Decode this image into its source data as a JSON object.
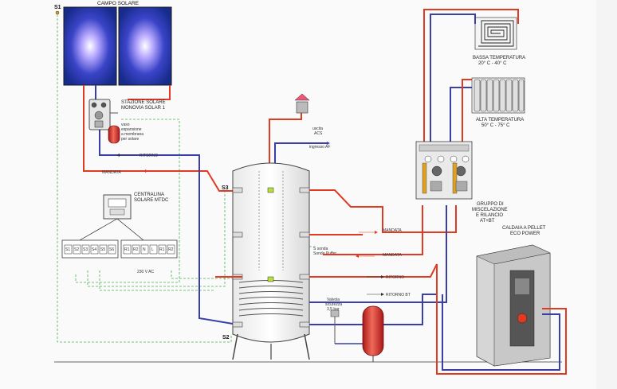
{
  "labels": {
    "campo_solare": "CAMPO SOLARE",
    "s1": "S1",
    "s2": "S2",
    "s3": "S3",
    "stazione_1": "STAZIONE SOLARE",
    "stazione_2": "MONOVIA SOLAR 1",
    "vaso_1": "vaso",
    "vaso_2": "espansione",
    "vaso_3": "a membrana",
    "vaso_4": "per solare",
    "ritorno": "RITORNO",
    "mandata": "MANDATA",
    "centralina_1": "CENTRALINA",
    "centralina_2": "SOLARE MTDC",
    "voltage": "230 V AC",
    "uscita_1": "uscita",
    "uscita_2": "ACS",
    "ingresso_af": "ingresso AF",
    "bassa_1": "BASSA TEMPERATURA",
    "bassa_2": "20° C - 40° C",
    "alta_1": "ALTA  TEMPERATURA",
    "alta_2": "50° C - 75° C",
    "gruppo_1": "GRUPPO DI",
    "gruppo_2": "MISCELAZIONE",
    "gruppo_3": "E RILANCIO",
    "gruppo_4": "AT+BT",
    "caldaia_1": "CALDAIA A PELLET",
    "caldaia_2": "ECO POWER",
    "mandata_a": "MANDATA",
    "mandata_b": "MANDATA",
    "ritorno_a": "RITORNO",
    "ritorno_bt": "RITORNO BT",
    "sonda_1": "S sonda",
    "sonda_2": "Sonda Puffer",
    "valvola_1": "Valvola",
    "valvola_2": "sicurezza",
    "valvola_3": "3,5 bar",
    "terminals": [
      "S1",
      "S2",
      "S3",
      "S4",
      "S5",
      "S6"
    ],
    "terminals_right": [
      "R1",
      "R2",
      "N",
      "L",
      "R1",
      "R2"
    ]
  },
  "colors": {
    "hot": "#e03a22",
    "cold": "#3a3fa8",
    "signal": "#4caf50",
    "panel": "#1f3fa8"
  }
}
